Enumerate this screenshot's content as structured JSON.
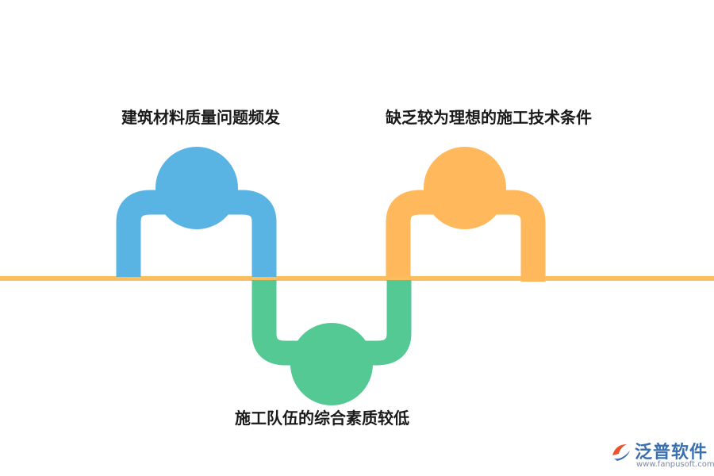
{
  "diagram": {
    "labels": {
      "left": "建筑材料质量问题频发",
      "right": "缺乏较为理想的施工技术条件",
      "bottom": "施工队伍的综合素质较低"
    },
    "colors": {
      "left": "#5ab4e3",
      "right": "#ffb85b",
      "bottom": "#55c994",
      "baseline": "#fbbf5f"
    }
  },
  "watermark": {
    "name": "泛普软件",
    "url": "www.fanpusoft.com"
  }
}
